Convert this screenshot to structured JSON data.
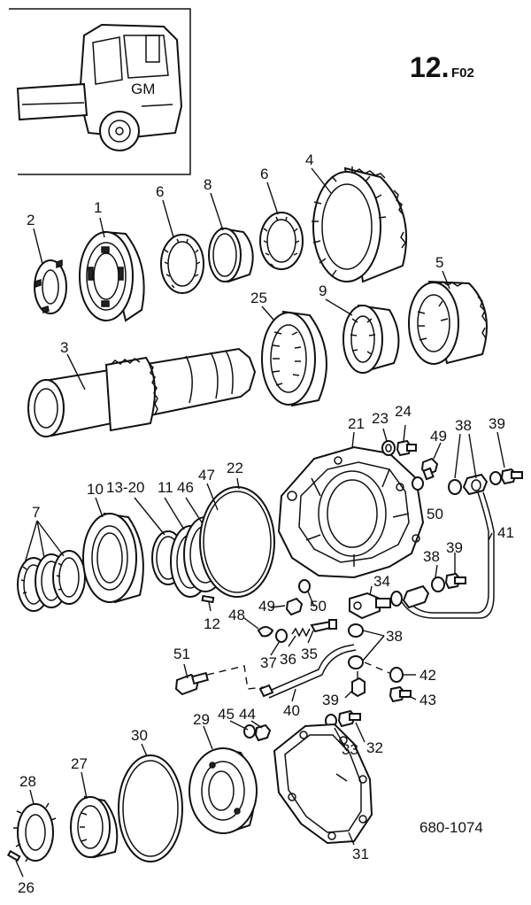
{
  "header": {
    "page_number": "12.",
    "page_suffix": "F02"
  },
  "reference": "680-1074",
  "callouts": {
    "c1": "1",
    "c2": "2",
    "c3": "3",
    "c4": "4",
    "c5": "5",
    "c6a": "6",
    "c6b": "6",
    "c7": "7",
    "c8": "8",
    "c9": "9",
    "c10": "10",
    "c13_20": "13-20",
    "c11": "11",
    "c46": "46",
    "c47": "47",
    "c12": "12",
    "c21": "21",
    "c22": "22",
    "c23": "23",
    "c24": "24",
    "c25": "25",
    "c26": "26",
    "c27": "27",
    "c28": "28",
    "c29": "29",
    "c30": "30",
    "c31": "31",
    "c32": "32",
    "c33": "33",
    "c34": "34",
    "c35": "35",
    "c36": "36",
    "c37": "37",
    "c38a": "38",
    "c38b": "38",
    "c38c": "38",
    "c39a": "39",
    "c39b": "39",
    "c39c": "39",
    "c40": "40",
    "c41": "41",
    "c42": "42",
    "c43": "43",
    "c44": "44",
    "c45": "45",
    "c48": "48",
    "c49a": "49",
    "c49b": "49",
    "c50a": "50",
    "c50b": "50",
    "c51": "51"
  }
}
